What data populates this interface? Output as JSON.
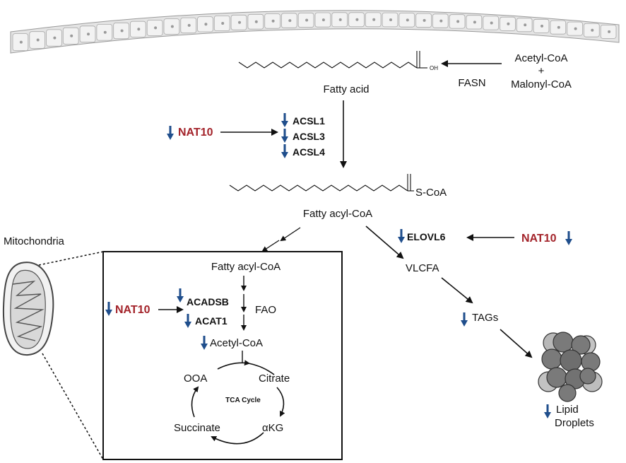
{
  "colors": {
    "regulator": "#a3232a",
    "down_arrow": "#1f4e8c",
    "epithelium_fill": "#e4e4e4",
    "droplet_fill": "#7a7a7a"
  },
  "pathway": {
    "acetyl_coa": "Acetyl-CoA",
    "plus": "+",
    "malonyl_coa": "Malonyl-CoA",
    "fasn": "FASN",
    "oh_label": "OH",
    "fatty_acid": "Fatty acid",
    "acyl_group": "S-CoA",
    "fatty_acyl_coa": "Fatty acyl-CoA",
    "nat10": "NAT10",
    "acsl": [
      "ACSL1",
      "ACSL3",
      "ACSL4"
    ],
    "elovl6": "ELOVL6",
    "vlcfa": "VLCFA",
    "tags": "TAGs",
    "lipid": "Lipid",
    "droplets": "Droplets"
  },
  "mitochondria": {
    "title": "Mitochondria",
    "fatty_acyl_coa": "Fatty acyl-CoA",
    "nat10": "NAT10",
    "acadsb": "ACADSB",
    "acat1": "ACAT1",
    "fao": "FAO",
    "acetyl_coa": "Acetyl-CoA",
    "tca": {
      "ooa": "OOA",
      "citrate": "Citrate",
      "cycle": "TCA Cycle",
      "succinate": "Succinate",
      "akg": "αKG"
    }
  }
}
